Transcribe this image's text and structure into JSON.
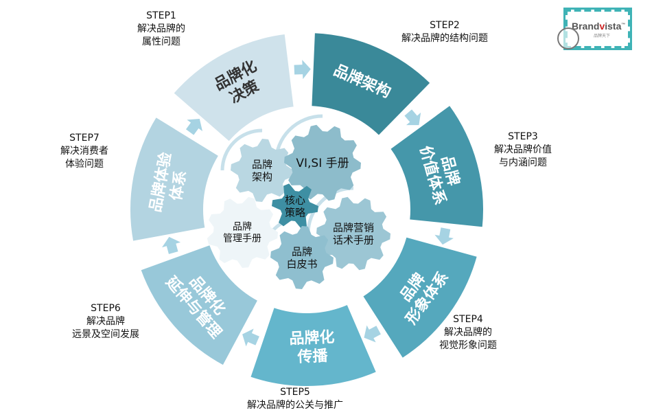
{
  "segments": [
    {
      "label": "品牌化决策",
      "lines": [
        "品牌化",
        "决策"
      ],
      "color": "#cfe2eb"
    },
    {
      "label": "品牌架构",
      "lines": [
        "品牌架构"
      ],
      "color": "#3a8999"
    },
    {
      "label": "品牌价值体系",
      "lines": [
        "品牌",
        "价值体系"
      ],
      "color": "#4597aa"
    },
    {
      "label": "品牌形象体系",
      "lines": [
        "品牌",
        "形象体系"
      ],
      "color": "#55a8bd"
    },
    {
      "label": "品牌化传播",
      "lines": [
        "品牌化",
        "传播"
      ],
      "color": "#64b6cc"
    },
    {
      "label": "品牌化延伸与管理",
      "lines": [
        "品牌化",
        "延伸与管理"
      ],
      "color": "#98c8d9"
    },
    {
      "label": "品牌体验体系",
      "lines": [
        "品牌体验",
        "体系"
      ],
      "color": "#b3d4e1"
    }
  ],
  "steps": [
    {
      "title": "STEP1",
      "desc": [
        "解决品牌的",
        "属性问题"
      ]
    },
    {
      "title": "STEP2",
      "desc": [
        "解决品牌的结构问题"
      ]
    },
    {
      "title": "STEP3",
      "desc": [
        "解决品牌价值",
        "与内涵问题"
      ]
    },
    {
      "title": "STEP4",
      "desc": [
        "解决品牌的",
        "视觉形象问题"
      ]
    },
    {
      "title": "STEP5",
      "desc": [
        "解决品牌的公关与推广"
      ]
    },
    {
      "title": "STEP6",
      "desc": [
        "解决品牌",
        "远景及空间发展"
      ]
    },
    {
      "title": "STEP7",
      "desc": [
        "解决消费者",
        "体验问题"
      ]
    }
  ],
  "gears": [
    {
      "lines": [
        "品牌",
        "架构"
      ],
      "color": "#b9d7e2"
    },
    {
      "lines": [
        "VI,SI 手册"
      ],
      "color": "#8dbccb"
    },
    {
      "lines": [
        "核心",
        "策略"
      ],
      "color": "#3e8fa3"
    },
    {
      "lines": [
        "品牌营销",
        "话术手册"
      ],
      "color": "#9cc6d4"
    },
    {
      "lines": [
        "品牌",
        "白皮书"
      ],
      "color": "#8fbfcf"
    },
    {
      "lines": [
        "品牌",
        "管理手册"
      ],
      "color": "#eef5f8"
    }
  ],
  "logo": {
    "brand_a": "Brand",
    "brand_v": "v",
    "brand_b": "ista",
    "tm": "™",
    "sub": "品牌天下"
  }
}
